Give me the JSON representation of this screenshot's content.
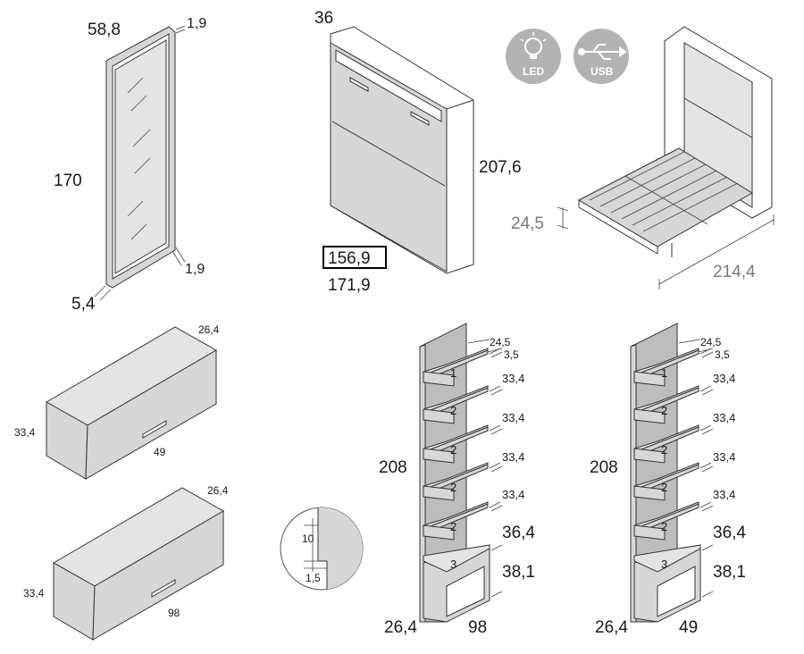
{
  "mirror": {
    "width": "58,8",
    "depth_top": "1,9",
    "height": "170",
    "depth_bottom": "1,9",
    "frame": "5,4"
  },
  "wallbed_closed": {
    "depth": "36",
    "height": "207,6",
    "inner_width": "156,9",
    "outer_width": "171,9"
  },
  "badges": {
    "led": "LED",
    "usb": "USB"
  },
  "wallbed_open": {
    "leg_height": "24,5",
    "length": "214,4"
  },
  "wall_unit_small": {
    "depth": "26,4",
    "height": "33,4",
    "width": "49"
  },
  "wall_unit_large": {
    "depth": "26,4",
    "height": "33,4",
    "width": "98"
  },
  "detail": {
    "top": "10",
    "bottom": "1,5"
  },
  "shelf_unit_left": {
    "shelf_depth": "24,5",
    "shelf_thick": "3,5",
    "spacings": [
      "33,4",
      "33,4",
      "33,4",
      "33,4",
      "36,4",
      "38,1"
    ],
    "shelf_labels": [
      "1",
      "2",
      "2",
      "2",
      "2",
      "3"
    ],
    "height": "208",
    "depth": "26,4",
    "width": "98"
  },
  "shelf_unit_right": {
    "shelf_depth": "24,5",
    "shelf_thick": "3,5",
    "spacings": [
      "33,4",
      "33,4",
      "33,4",
      "33,4",
      "36,4",
      "38,1"
    ],
    "shelf_labels": [
      "1",
      "2",
      "2",
      "2",
      "2",
      "3"
    ],
    "height": "208",
    "depth": "26,4",
    "width": "49"
  }
}
